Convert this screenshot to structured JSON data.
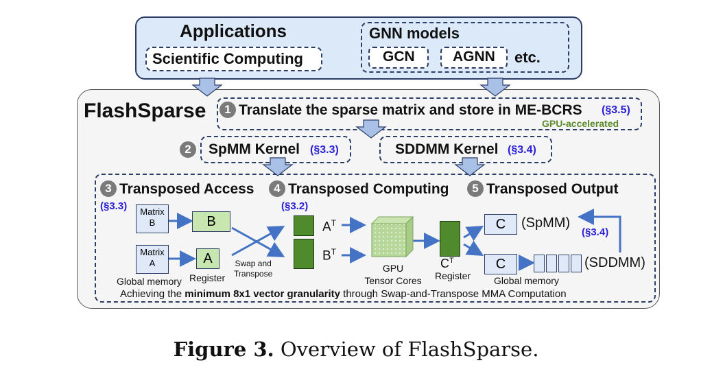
{
  "applications": {
    "title": "Applications",
    "scientific": "Scientific Computing",
    "gnn_title": "GNN models",
    "gcn": "GCN",
    "agnn": "AGNN",
    "etc": "etc."
  },
  "flashsparse": {
    "title": "FlashSparse",
    "step1_num": "1",
    "step1_text": "Translate the sparse matrix and store in ME-BCRS",
    "step1_ref": "(§3.5)",
    "gpu_accel": "GPU-accelerated",
    "step2_num": "2",
    "spmm_kernel": "SpMM Kernel",
    "spmm_ref": "(§3.3)",
    "sddmm_kernel": "SDDMM Kernel",
    "sddmm_ref": "(§3.4)",
    "step3_num": "3",
    "step3_title": "Transposed Access",
    "step4_num": "4",
    "step4_title": "Transposed Computing",
    "step5_num": "5",
    "step5_title": "Transposed Output",
    "ref_33": "(§3.3)",
    "ref_32": "(§3.2)",
    "ref_34": "(§3.4)",
    "matrix_b_1": "Matrix",
    "matrix_b_2": "B",
    "matrix_a_1": "Matrix",
    "matrix_a_2": "A",
    "reg_b": "B",
    "reg_a": "A",
    "global_memory_left": "Global memory",
    "register_left": "Register",
    "swap_1": "Swap and",
    "swap_2": "Transpose",
    "a_t": "A",
    "b_t": "B",
    "sup_t": "T",
    "gpu_1": "GPU",
    "gpu_2": "Tensor Cores",
    "c_t": "C",
    "register_right": "Register",
    "c_spmm": "C",
    "spmm_out": "(SpMM)",
    "c_sddmm": "C",
    "sddmm_out": "(SDDMM)",
    "global_memory_right": "Global memory",
    "bottom_pre": "Achieving the ",
    "bottom_bold": "minimum 8x1 vector granularity",
    "bottom_post": " through Swap-and-Transpose MMA Computation"
  },
  "caption": {
    "label": "Figure 3.",
    "text": " Overview of FlashSparse."
  }
}
